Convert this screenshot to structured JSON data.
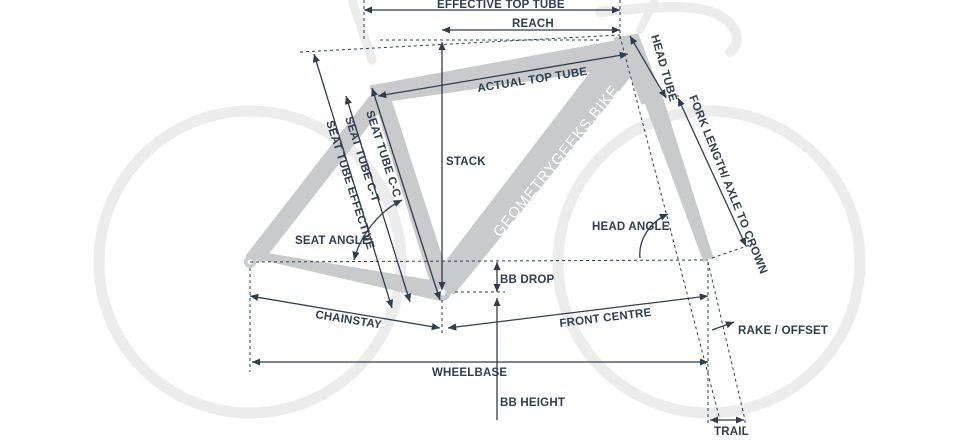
{
  "diagram": {
    "brand_text": "GEOMETRYGEEKS.BIKE",
    "labels": {
      "effective_top_tube": "EFFECTIVE TOP TUBE",
      "reach": "REACH",
      "head_tube": "HEAD TUBE",
      "actual_top_tube": "ACTUAL TOP TUBE",
      "fork_length": "FORK LENGTH/ AXLE TO CROWN",
      "seat_tube_cc": "SEAT TUBE C-C",
      "seat_tube_ct": "SEAT TUBE C-T",
      "seat_tube_effective": "SEAT TUBE EFFECTIVE",
      "stack": "STACK",
      "seat_angle": "SEAT ANGLE",
      "head_angle": "HEAD ANGLE",
      "bb_drop": "BB DROP",
      "chainstay": "CHAINSTAY",
      "front_centre": "FRONT CENTRE",
      "rake_offset": "RAKE / OFFSET",
      "wheelbase": "WHEELBASE",
      "bb_height": "BB HEIGHT",
      "trail": "TRAIL"
    }
  }
}
